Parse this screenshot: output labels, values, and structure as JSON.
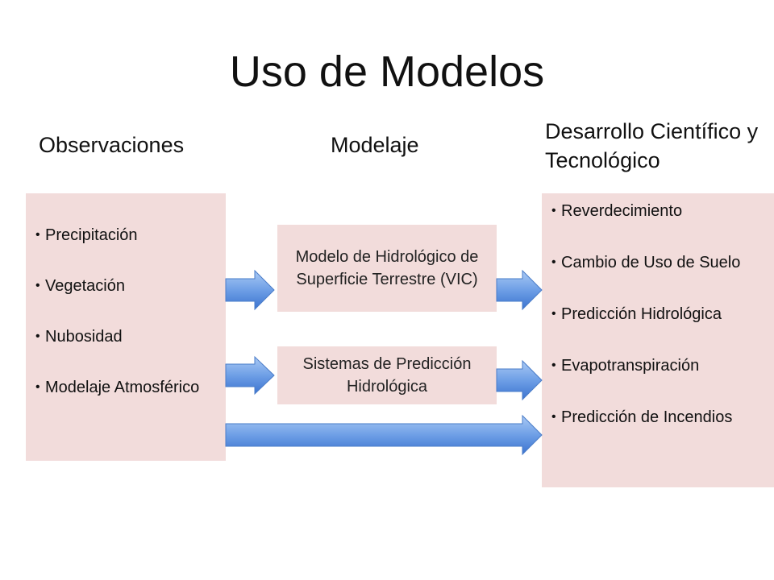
{
  "title": "Uso de Modelos",
  "headings": {
    "observations": "Observaciones",
    "modeling": "Modelaje",
    "development": "Desarrollo Científico y Tecnológico"
  },
  "observations": {
    "items": [
      "Precipitación",
      "Vegetación",
      "Nubosidad",
      "Modelaje Atmosférico"
    ]
  },
  "models": {
    "vic": "Modelo de Hidrológico de Superficie Terrestre (VIC)",
    "prediction_systems": "Sistemas de Predicción Hidrológica"
  },
  "development": {
    "items": [
      "Reverdecimiento",
      "Cambio de Uso de Suelo",
      "Predicción Hidrológica",
      "Evapotranspiración",
      "Predicción de Incendios"
    ]
  },
  "colors": {
    "box_fill": "#f2dcdb",
    "arrow_light": "#9cc1f2",
    "arrow_dark": "#3c74d0",
    "arrow_stroke": "#4a7cc8"
  }
}
